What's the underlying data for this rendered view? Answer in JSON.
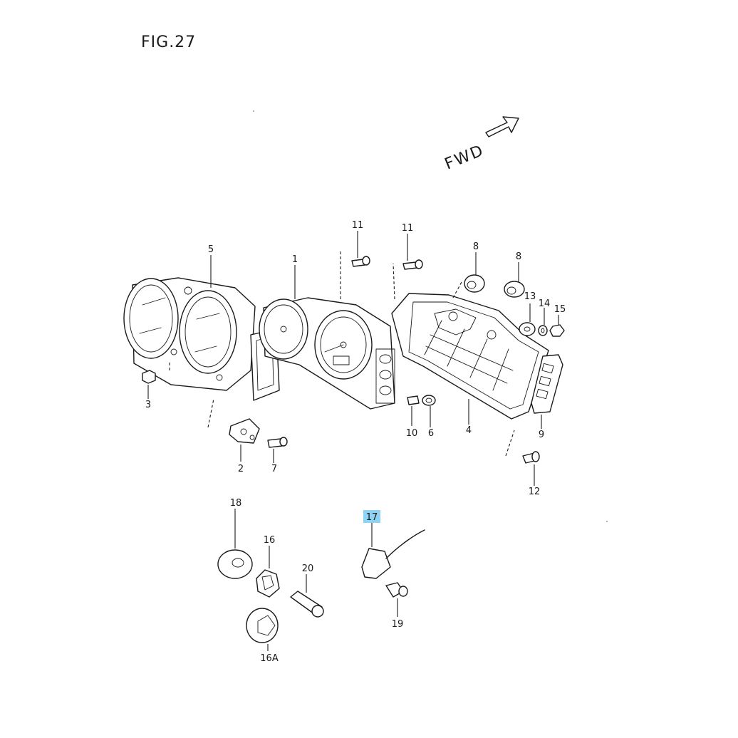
{
  "figure_title": "FIG.27",
  "direction_label": "FWD",
  "callouts": {
    "c1": "1",
    "c2": "2",
    "c3": "3",
    "c4": "4",
    "c5": "5",
    "c6": "6",
    "c7": "7",
    "c8a": "8",
    "c8b": "8",
    "c9": "9",
    "c10": "10",
    "c11a": "11",
    "c11b": "11",
    "c12": "12",
    "c13": "13",
    "c14": "14",
    "c15": "15",
    "c16": "16",
    "c16a": "16A",
    "c17": "17",
    "c18": "18",
    "c19": "19",
    "c20": "20"
  },
  "highlight_color": "#8fd3f4"
}
